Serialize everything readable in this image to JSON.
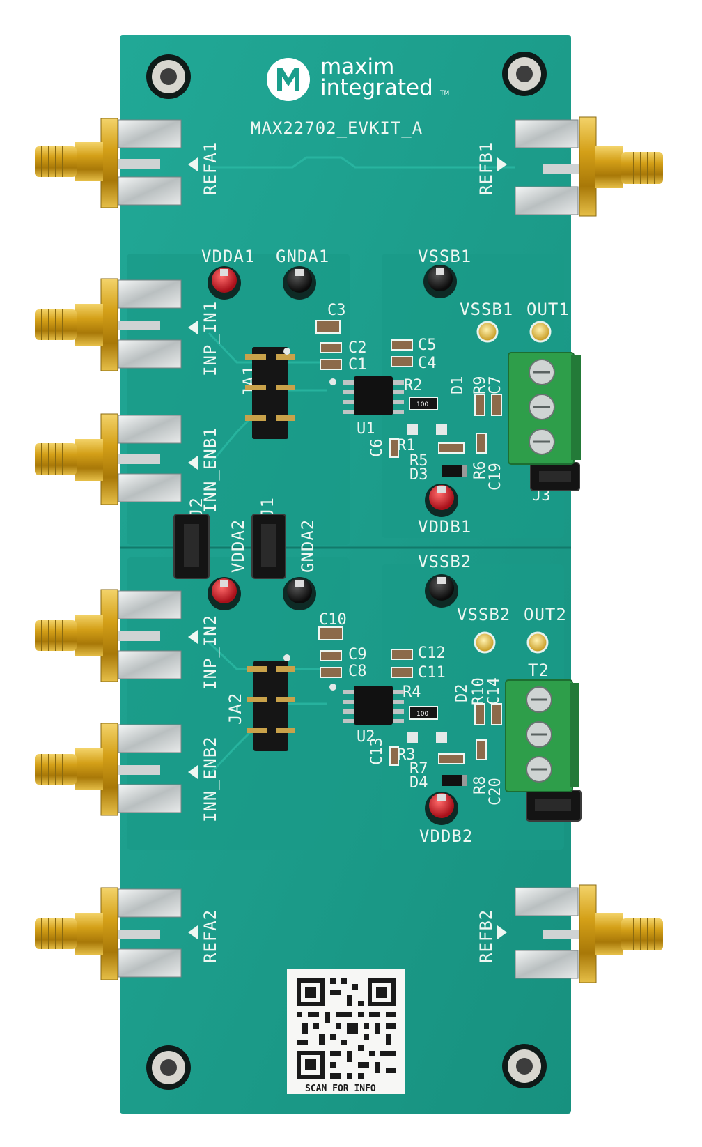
{
  "board": {
    "title": "MAX22702_EVKIT_A",
    "qr_caption": "SCAN FOR INFO"
  },
  "logo": {
    "line1": "maxim",
    "line2": "integrated",
    "trademark": "TM"
  },
  "labels": {
    "refa1": "REFA1",
    "refb1": "REFB1",
    "refa2": "REFA2",
    "refb2": "REFB2",
    "vdda1": "VDDA1",
    "gnda1": "GNDA1",
    "vssb1_top": "VSSB1",
    "vssb1_pad": "VSSB1",
    "out1": "OUT1",
    "inp_in1": "INP_IN1",
    "inn_enb1": "INN_ENB1",
    "ja1": "JA1",
    "c3": "C3",
    "c2": "C2",
    "c1": "C1",
    "c5": "C5",
    "c4": "C4",
    "r2": "R2",
    "d1": "D1",
    "r9": "R9",
    "c7": "C7",
    "u1": "U1",
    "c6": "C6",
    "r1": "R1",
    "r5": "R5",
    "d3": "D3",
    "r6": "R6",
    "c19": "C19",
    "j3": "J3",
    "vddb1": "VDDB1",
    "j2": "J2",
    "j1": "J1",
    "vdda2": "VDDA2",
    "gnda2": "GNDA2",
    "vssb2_top": "VSSB2",
    "vssb2_pad": "VSSB2",
    "out2": "OUT2",
    "inp_in2": "INP_IN2",
    "inn_enb2": "INN_ENB2",
    "ja2": "JA2",
    "c10": "C10",
    "c9": "C9",
    "c8": "C8",
    "c12": "C12",
    "c11": "C11",
    "r4": "R4",
    "d2": "D2",
    "r10": "R10",
    "c14": "C14",
    "t2": "T2",
    "u2": "U2",
    "c13": "C13",
    "r3": "R3",
    "r7": "R7",
    "d4": "D4",
    "r8": "R8",
    "c20": "C20",
    "vddb2": "VDDB2"
  },
  "resistor_codes": {
    "r2": "100",
    "r4": "100"
  },
  "colors": {
    "pcb": "#1a9e8c",
    "pcb_dark": "#138070",
    "copper_silver": "#d9dcdc",
    "gold": "#d4a018",
    "connector_green": "#2e9e4a",
    "test_red": "#c8202a",
    "test_black": "#1b1b1b"
  }
}
